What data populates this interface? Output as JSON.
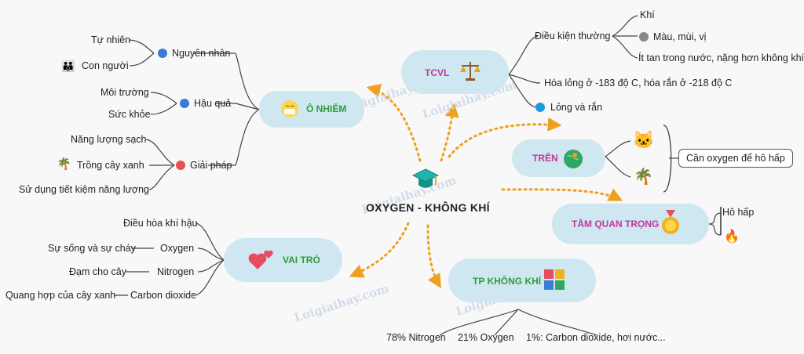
{
  "center": {
    "title": "OXYGEN - KHÔNG KHÍ",
    "icon": "graduation-cap-icon"
  },
  "watermark": "Loigiaihay.com",
  "o_nhiem": {
    "label": "Ô NHIỄM",
    "color": "#2e9e3a",
    "nguyen_nhan": {
      "label": "Nguyên nhân",
      "items": [
        "Tự nhiên",
        "Con người"
      ]
    },
    "hau_qua": {
      "label": "Hậu quả",
      "items": [
        "Môi trường",
        "Sức khỏe"
      ]
    },
    "giai_phap": {
      "label": "Giải pháp",
      "items": [
        "Năng lượng sạch",
        "Trồng cây xanh",
        "Sử dụng tiết kiệm năng lượng"
      ]
    }
  },
  "tcvl": {
    "label": "TCVL",
    "color": "#c0399a",
    "dieu_kien": {
      "label": "Điều kiện thường",
      "items": [
        "Khí",
        "Màu, mùi, vị",
        "Ít tan trong nước, nặng hơn không khí"
      ]
    },
    "hoa_long": "Hóa lỏng ở -183 độ C, hóa rắn ở -218 độ C",
    "long_ran": "Lỏng và rắn"
  },
  "tren": {
    "label": "TRÊN",
    "color": "#c0399a",
    "note": "Cần oxygen để hô hấp"
  },
  "tam_quan_trong": {
    "label": "TẦM QUAN TRỌNG",
    "color": "#c0399a",
    "items": [
      "Hô hấp"
    ]
  },
  "vai_tro": {
    "label": "VAI TRÒ",
    "color": "#2e9e3a",
    "rows": [
      {
        "left": "Điều hòa khí hậu",
        "right": ""
      },
      {
        "left": "Sự sống và sự cháy",
        "right": "Oxygen"
      },
      {
        "left": "Đạm cho cây",
        "right": "Nitrogen"
      },
      {
        "left": "Quang hợp của cây xanh",
        "right": "Carbon dioxide"
      }
    ]
  },
  "tp_khong_khi": {
    "label": "TP KHÔNG KHÍ",
    "color": "#2e9e3a",
    "items": [
      "78% Nitrogen",
      "21% Oxygen",
      "1%: Carbon dioxide, hơi nước..."
    ]
  },
  "colors": {
    "pill": "#cfe7f1",
    "arrow": "#f0a020",
    "line": "#444444"
  }
}
